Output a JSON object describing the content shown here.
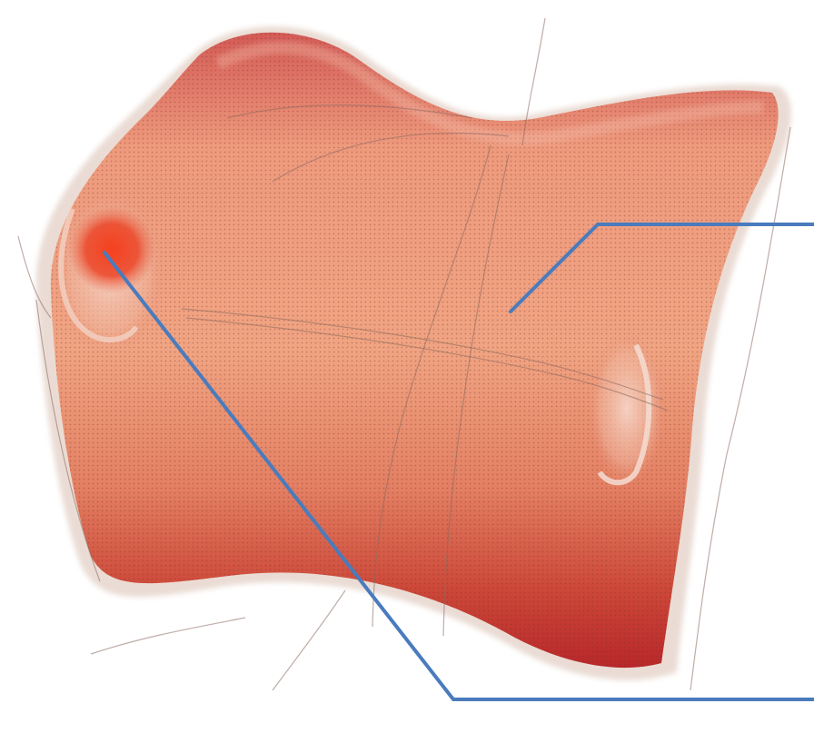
{
  "image": {
    "subject": "pillow",
    "colors": {
      "body_light": "#f0a482",
      "body_mid": "#e37f62",
      "body_dark": "#bf2f2b",
      "hotspot": "#f03e22",
      "rim": "#eadcd4",
      "sketch_lines": "#8a6a60",
      "callout_line": "#4a7bbd"
    }
  },
  "callouts": [
    {
      "id": "callout-left"
    },
    {
      "id": "callout-right"
    }
  ]
}
